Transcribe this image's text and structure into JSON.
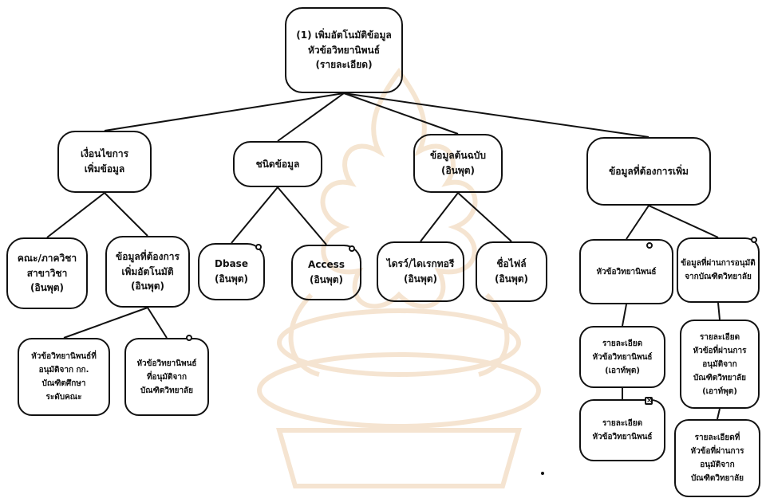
{
  "nodes": {
    "root": {
      "lines": [
        "(1) เพิ่มอัตโนมัติข้อมูล",
        "หัวข้อวิทยานิพนธ์",
        "(รายละเอียด)"
      ]
    },
    "conditions": {
      "lines": [
        "เงื่อนไขการ",
        "เพิ่มข้อมูล"
      ]
    },
    "data_type": {
      "lines": [
        "ชนิดข้อมูล"
      ]
    },
    "source_data": {
      "lines": [
        "ข้อมูลต้นฉบับ",
        "(อินพุต)"
      ]
    },
    "data_to_add": {
      "lines": [
        "ข้อมูลที่ต้องการเพิ่ม"
      ]
    },
    "faculty": {
      "lines": [
        "คณะ/ภาควิชา",
        "สาขาวิชา",
        "(อินพุต)"
      ]
    },
    "auto_data": {
      "lines": [
        "ข้อมูลที่ต้องการ",
        "เพิ่มอัตโนมัติ",
        "(อินพุต)"
      ]
    },
    "approved_council": {
      "lines": [
        "หัวข้อวิทยานิพนธ์ที่",
        "อนุมัติจาก กก.",
        "บัณฑิตศึกษา",
        "ระดับคณะ"
      ]
    },
    "approved_grad": {
      "lines": [
        "หัวข้อวิทยานิพนธ์",
        "ที่อนุมัติจาก",
        "บัณฑิตวิทยาลัย"
      ]
    },
    "dbase": {
      "lines": [
        "Dbase",
        "(อินพุต)"
      ]
    },
    "access": {
      "lines": [
        "Access",
        "(อินพุต)"
      ]
    },
    "drive_dir": {
      "lines": [
        "ไดรว์/ไดเรกทอรี",
        "(อินพุต)"
      ]
    },
    "file_name": {
      "lines": [
        "ชื่อไฟล์",
        "(อินพุต)"
      ]
    },
    "thesis_topic": {
      "lines": [
        "หัวข้อวิทยานิพนธ์"
      ]
    },
    "passed_data": {
      "lines": [
        "ข้อมูลที่ผ่านการอนุมัติ",
        "จากบัณฑิตวิทยาลัย"
      ]
    },
    "topic_detail_output": {
      "lines": [
        "รายละเอียด",
        "หัวข้อวิทยานิพนธ์",
        "(เอาท์พุต)"
      ]
    },
    "topic_detail": {
      "lines": [
        "รายละเอียด",
        "หัวข้อวิทยานิพนธ์"
      ]
    },
    "passed_detail_output": {
      "lines": [
        "รายละเอียด",
        "หัวข้อที่ผ่านการ",
        "อนุมัติจาก",
        "บัณฑิตวิทยาลัย",
        "(เอาท์พุต)"
      ]
    },
    "passed_detail": {
      "lines": [
        "รายละเอียดที่",
        "หัวข้อที่ผ่านการ",
        "อนุมัติจาก",
        "บัณฑิตวิทยาลัย"
      ]
    }
  },
  "edges": [
    [
      "root",
      "conditions"
    ],
    [
      "root",
      "data_type"
    ],
    [
      "root",
      "source_data"
    ],
    [
      "root",
      "data_to_add"
    ],
    [
      "conditions",
      "faculty"
    ],
    [
      "conditions",
      "auto_data"
    ],
    [
      "auto_data",
      "approved_council"
    ],
    [
      "auto_data",
      "approved_grad"
    ],
    [
      "data_type",
      "dbase"
    ],
    [
      "data_type",
      "access"
    ],
    [
      "source_data",
      "drive_dir"
    ],
    [
      "source_data",
      "file_name"
    ],
    [
      "data_to_add",
      "thesis_topic"
    ],
    [
      "data_to_add",
      "passed_data"
    ],
    [
      "thesis_topic",
      "topic_detail_output"
    ],
    [
      "topic_detail_output",
      "topic_detail"
    ],
    [
      "passed_data",
      "passed_detail_output"
    ],
    [
      "passed_detail_output",
      "passed_detail"
    ]
  ]
}
